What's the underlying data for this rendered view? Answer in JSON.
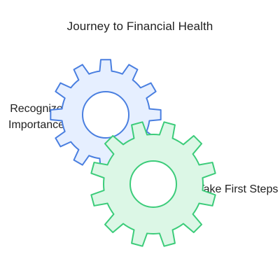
{
  "diagram": {
    "title": "Journey to Financial Health",
    "steps": [
      {
        "label_lines": [
          "Recognize",
          "Importance"
        ],
        "fill": "#e6efff",
        "stroke": "#4a7fe0",
        "icon": "gear-icon"
      },
      {
        "label": "Take First Steps",
        "fill": "#dcf7e6",
        "stroke": "#3ccc7a",
        "icon": "gear-icon"
      }
    ]
  }
}
